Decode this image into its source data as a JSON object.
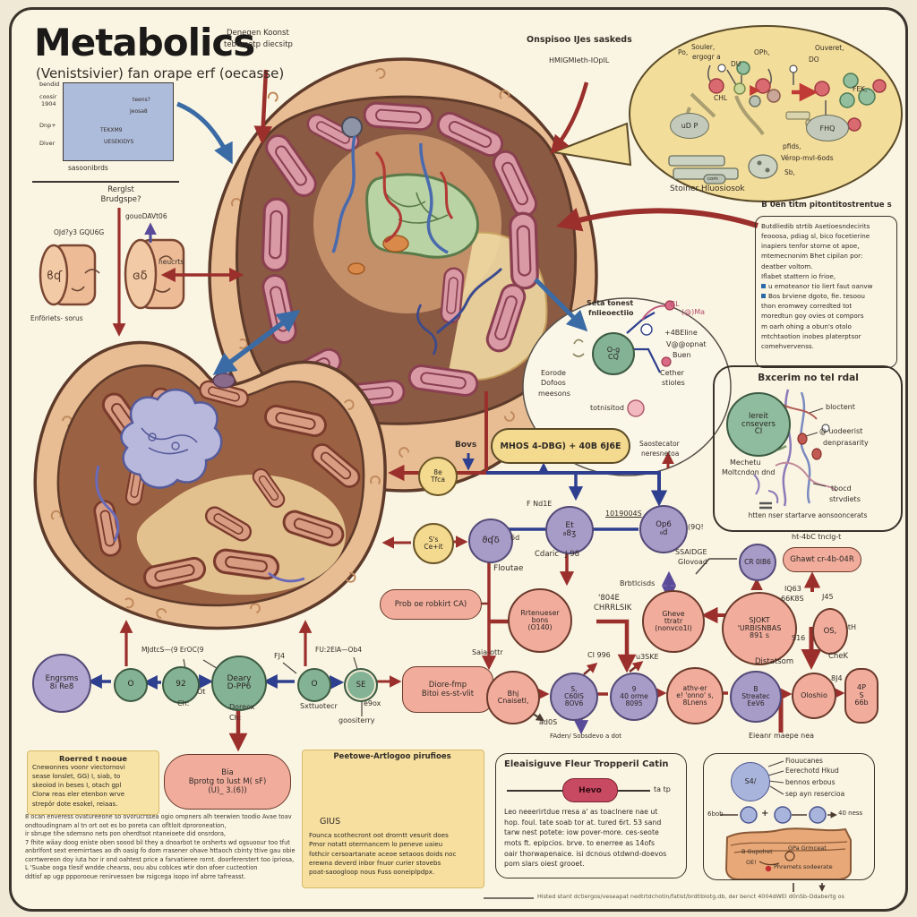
{
  "colors": {
    "background": "#faf5e2",
    "frame": "#3b332c",
    "maroon_arrow": "#9a2f2c",
    "navy_arrow": "#2e3f8f",
    "blue_arrow": "#3b6ba5",
    "purple_arrow": "#5a4a9a",
    "cell_rim": "#e9bd93",
    "cell_interior": "#8a5a42",
    "pink_node": "#f1ac9c",
    "purple_node": "#a79bc8",
    "green_node": "#84b295",
    "yellow_node": "#f4da8e",
    "yellow_panel": "#f7e3a6",
    "crimson_pill": "#c84a62",
    "bubble": "#f3dd9a"
  },
  "header": {
    "title": "Metabolics",
    "subtitle": "(Venistsivier) fan orape erf (oecasse)"
  },
  "inset": {
    "l1": "bendid",
    "l2": "coosir",
    "l3": "1904",
    "l4": "Dnp+",
    "l5": "Diver",
    "i1": "teens?",
    "i2": "Jeosa8",
    "i3": "TEKXM9",
    "i4": "UESEKIDYS",
    "caption": "sasoonibrds"
  },
  "cyl": {
    "h1": "Rerglst",
    "h2": "Brudgspe?",
    "top": "gouoDAVt06",
    "left": "OJd?y3 GQU6G",
    "right": "neucrts",
    "bottom": "Enföriets- sorus",
    "g1": "ϐʠ",
    "g2": "ɞδ"
  },
  "cell_label": {
    "l1": "Denegen Koonst",
    "l2": "teborsetp diecsitp"
  },
  "bubble": {
    "title": "Onspisoo IJes saskeds",
    "sub": "HMIGMIeth-IOplL",
    "po": "Po,",
    "souler": "Souler,",
    "ergogr": "ergogr a",
    "du": "DU",
    "oph": "OPh,",
    "ouveret": "Ouveret,",
    "do": "DO",
    "chl": "CHL",
    "fek": "FEK,",
    "udp": "uD P",
    "fhq": "FHQ",
    "pfids": "pfids,",
    "verop": "Vérop-mvl-6ods",
    "sb": "Sb,",
    "com": "com",
    "caption": "Stoiner Hluosiosok"
  },
  "box1": {
    "heading": "B 0en titm pitontitostrentue s",
    "lines": [
      "Butdliedib strtib Asetioesndecirits",
      "feooosa, pdiag sl, bico focetierine",
      "inapiers tenfor storne ot apoe,",
      "mtemecnonim Bhet cipilan por:",
      "deatber voltom.",
      "Iflabet stattern io frioe,",
      "u emoteanor tio liert faut oanvw",
      "Bos brviene dgoto, fie. tesoou",
      "thon eromwey corredted tot",
      "moredtun goy ovies ot compors",
      "m oarh ohing a obun's otolo",
      "mtchtaotion inobes platerptsor",
      "comehvervenss."
    ]
  },
  "box2": {
    "title": "Bxcerim no tel rdal",
    "g1": "Iereit",
    "g2": "cnsevers",
    "g3": "CI",
    "bloctent": "bloctent",
    "uodeerist": "@ uodeerist",
    "denprasarity": "denprasarity",
    "mechetu": "Mechetu",
    "moltcndon": "Moltcndon dnd",
    "tbocd": "tbocd",
    "strvdiets": "strvdiets",
    "caption": "htten nser startarve aonsooncerats"
  },
  "callout": {
    "t1": "Seta tonest",
    "t2": "fnlieoectiio",
    "g1": "O-g",
    "g2": "CQ",
    "gl": "GL",
    "ma": "(@)Ma",
    "beline": "+4BEline",
    "vop": "V@@opnat",
    "buen": "Buen",
    "cether": "Cether",
    "stioles": "stioles",
    "eorode": "Eorode",
    "dofoos": "Dofoos",
    "meesons": "meesons",
    "tot": "totnisitod"
  },
  "flow": {
    "mhos": "MHOS 4-DBG) + 40B 6J6E",
    "bovs": "Bovs",
    "sao1": "Saostecator",
    "sao2": "neresnetoa",
    "tf1": "8e",
    "tf2": "Tfca",
    "ss1": "S's",
    "ss2": "Ce+it",
    "p1": "ϑʠδ",
    "p1l": "6d",
    "floutae": "Floutae",
    "fnde": "F Nd1E",
    "et1": "Et",
    "et2": "₈8ʒ",
    "num": "1019004S",
    "cdaric": "Cdaric",
    "j98": "J 98",
    "p3a": "Op6",
    "p3b": "₉d",
    "q9": "(9Q!",
    "ssa1": "SSAIDGE",
    "ssa2": "Glovoad",
    "brb": "Brbtlcisds",
    "rr1": "Rrtenueser",
    "rr2": "bons",
    "rr3": "(O140)",
    "e804": "'804E",
    "chrr": "CHRRLSIK",
    "gh1": "Gheve",
    "gh2": "ttratr",
    "gh3": "(nonvco1l)",
    "sj1": "SJOKT",
    "sj2": "'URBISNBAS",
    "sj3": "891 s",
    "iq1": "IQ63",
    "iq2": "66K8S",
    "j45": "J45",
    "os": "OS,",
    "th": "-tH",
    "s16": "S16",
    "chek": "CheK",
    "dist": "Distatsom",
    "cr": "CR 0IB6",
    "ghawt": "Ghawt cr-4b-04R",
    "ht": "ht-4bC tnclg-t",
    "c601": "S,",
    "c602": "C60IS",
    "c603": "8OV6",
    "ci996": "CI 996",
    "or1": "9",
    "or2": "40 orme",
    "or3": "8095",
    "u3ske": "u3SKE",
    "at1": "athv-er",
    "at2": "e! 'onno' s,",
    "at3": "8Lnens",
    "st1": "B",
    "st2": "Streatec",
    "st3": "EeV6",
    "olo": "Oloshio",
    "bj4": "8J4",
    "cap1": "4P",
    "cap2": "S",
    "cap3": "66b",
    "eieanr": "Eieanr maepe nea",
    "faden": "FAden/ Sobsdevo a dot",
    "ad0s": "ad0S",
    "prob": "Prob oe robkirt CA)",
    "saia": "Saia-ottr",
    "di1": "Diore-fmp",
    "di2": "Bitoi es-st-vlit",
    "bh1": "Bhj",
    "bh2": "Cnaisetl,",
    "en1": "Engrsms",
    "en2": "8i Re8",
    "o1": "O",
    "n92": "92",
    "mjd": "MJdtcS—(9 ErOC(9",
    "ot": "Ôt",
    "ch1": "Ch:",
    "de1": "Deary",
    "de2": "D-PP6",
    "doreox": "Doreox",
    "ch2": "Ch:",
    "fj4": "FJ4",
    "o2": "O",
    "sxt": "Sxttuotecr",
    "se": "SE",
    "fu2": "FU:2ElA—Ob4",
    "e9ox": "e9ox",
    "goos": "goositerry"
  },
  "roerred": {
    "title": "Roerred t nooue",
    "lines": [
      "Cnewonnes voonr viectornovi",
      "sease lonslet, GG) I, siab, to",
      "skeoiod in beses I, otach gpl",
      "Clorw reas eler etenbon wrve",
      "strepör dote esokel, reiaas."
    ]
  },
  "bigbox": {
    "l1": "Bia",
    "l2": "Bprotg to lust M( sF)",
    "l3": "(U)_ 3.(6))"
  },
  "footnotes": {
    "lines": [
      "8 ocan enveress ovatureeone so ovorucrssea ogio ompners alh teerwien toodio Avae toav",
      "ondtoudingnam al tn ort oot es bo poreta can ofltloit dproroneation,",
      "ir sbrupe tihe sdemsno nets pon oherdtsot ntaneioete did onsrdora,",
      "7 fhite wäay doog eniste oben soood bil they a dnoarbot te orsherts wd ogsuoour too tfut",
      "anbrlfont sext eremirrtaes ao dh oasig fo dom rrasener ohave httaoch cbinty ttive gau obie",
      "corrtwereon doy iuta hor ir ond oahtest price a farvatieree rornt. doorfererstert too ipriosa,",
      "L 'Suabe ooga tlesif wndde chearss, oou abu coblces wtir don ofoer cucteotion",
      "ddtisf ap ugp ppporooue renirvessen bw rsigcega isopo inf abrre tafreasst."
    ]
  },
  "peetowe": {
    "title": "Peetowe-Artlogoo pirufioes",
    "gius": "GIUS",
    "lines": [
      "Founca scothecront oot drorntt vesurit does",
      "Pmor notatt oterrnancem lo peneve uaieu",
      "fothcir cersoartanate aceoe setaoos doids noc",
      "erewna deverd inbor fnuor curier stovebs",
      "poat-saoogloop nous Fuss ooneiplpdpx."
    ]
  },
  "eleai": {
    "title": "Eleaisiguve Fleur Tropperil Catin",
    "pill": "Hevo",
    "tip": "ta tp",
    "lines": [
      "Leo neeerirtdue rresa a' as toaclnere nae ut",
      "hop. foul. tate soab tor at. tured 6rt. 53 sand",
      "tarw nest potete: iow pover-more. ces-seote",
      "mots ft. epipcios. brve. to enerree as 14ofs",
      "oair thorwapenaice. isi dcnous otdwnd-doevos",
      "pom slars oiest grooet."
    ]
  },
  "brbox": {
    "s4": "S4/",
    "lb1": "Fiouucanes",
    "lb2": "Eerechotd Hkud",
    "lb3": "bennos erbous",
    "lb4": "sep ayn resercioa",
    "fl": "6bob",
    "plus": "+",
    "fr": "40 ness",
    "t1": "B Gupolret",
    "t2": "OE!",
    "t3": "GPa Grmceat",
    "t4": "Phremets sodeerate"
  },
  "caption": "Histed stant dctiergos/veseapat nedtrtdchotin/fatlst/brdtlblotg.db, der benct 4004dWEl d0nSb-Odabertg os"
}
